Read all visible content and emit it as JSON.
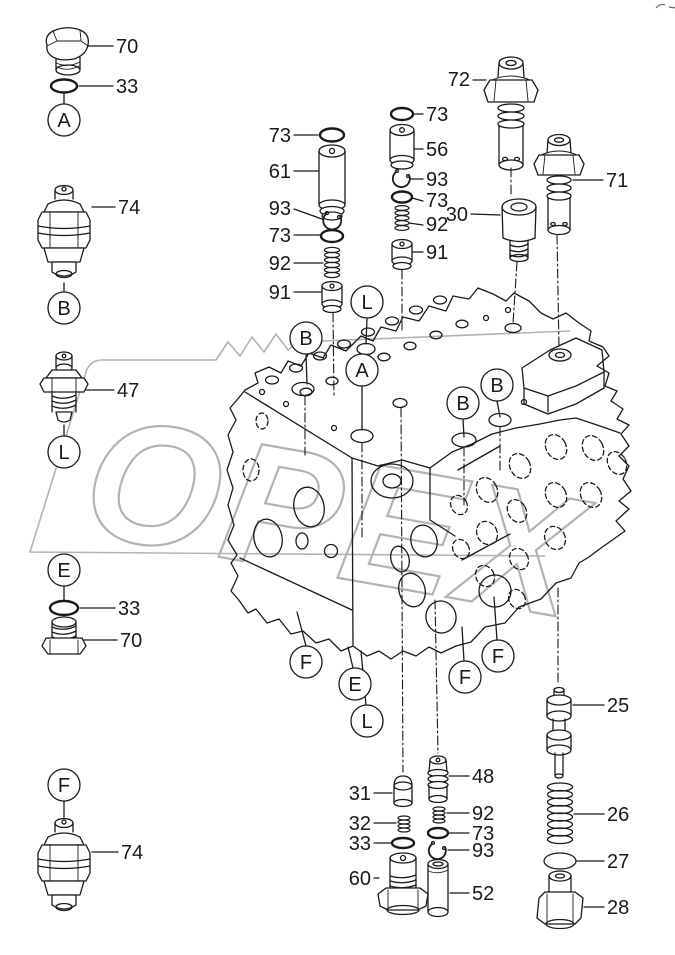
{
  "figure": {
    "watermark": {
      "text": "OPEX"
    }
  },
  "colors": {
    "paper": "#ffffff",
    "ink": "#1a1a1a",
    "watermark": "#b3b3b3"
  },
  "labels": [
    "70",
    "33",
    "74",
    "47",
    "33",
    "70",
    "74",
    "73",
    "61",
    "93",
    "73",
    "92",
    "91",
    "73",
    "56",
    "93",
    "73",
    "92",
    "91",
    "72",
    "71",
    "30",
    "25",
    "26",
    "27",
    "28",
    "31",
    "32",
    "33",
    "60",
    "48",
    "92",
    "73",
    "93",
    "52"
  ],
  "callouts": [
    "A",
    "B",
    "L",
    "E",
    "F",
    "B",
    "L",
    "A",
    "B",
    "B",
    "F",
    "E",
    "L",
    "F",
    "F"
  ]
}
